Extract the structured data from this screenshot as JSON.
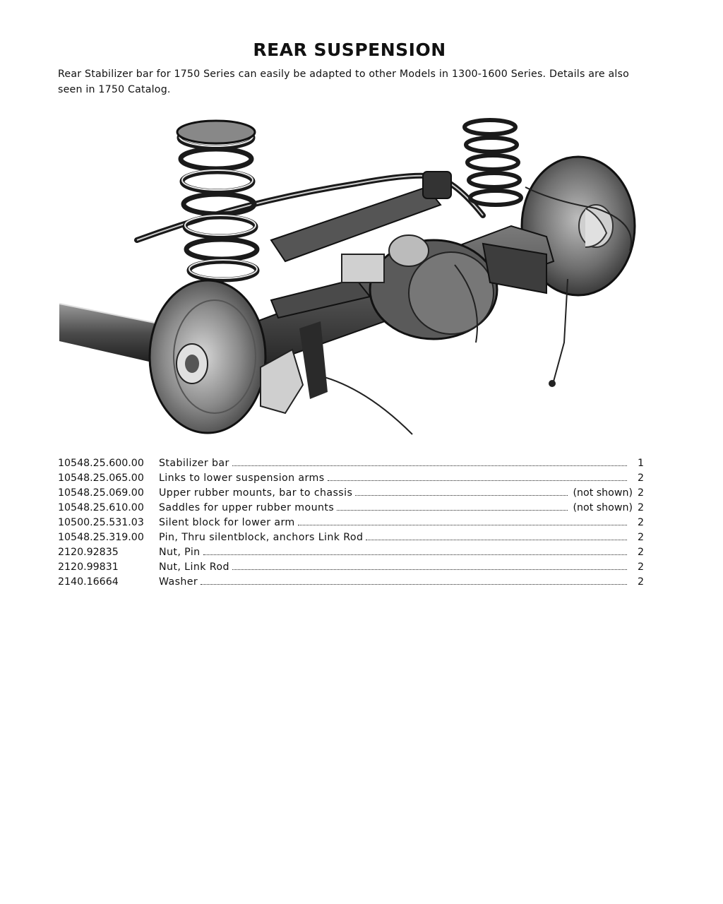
{
  "page": {
    "title": "REAR SUSPENSION",
    "intro": "Rear Stabilizer bar for 1750 Series can easily be adapted to other Models in 1300-1600 Series. Details are also seen in 1750 Catalog."
  },
  "illustration": {
    "icon": "rear-suspension-photo-icon"
  },
  "parts": [
    {
      "part_no": "10548.25.600.00",
      "description": "Stabilizer bar",
      "note": "",
      "qty": "1"
    },
    {
      "part_no": "10548.25.065.00",
      "description": "Links to lower suspension arms",
      "note": "",
      "qty": "2"
    },
    {
      "part_no": "10548.25.069.00",
      "description": "Upper rubber mounts, bar to chassis",
      "note": "(not shown)",
      "qty": "2"
    },
    {
      "part_no": "10548.25.610.00",
      "description": "Saddles for upper rubber mounts",
      "note": "(not shown)",
      "qty": "2"
    },
    {
      "part_no": "10500.25.531.03",
      "description": "Silent block for lower arm",
      "note": "",
      "qty": "2"
    },
    {
      "part_no": "10548.25.319.00",
      "description": "Pin, Thru silentblock, anchors Link Rod",
      "note": "",
      "qty": "2"
    },
    {
      "part_no": "2120.92835",
      "description": "Nut, Pin",
      "note": "",
      "qty": "2"
    },
    {
      "part_no": "2120.99831",
      "description": "Nut, Link Rod",
      "note": "",
      "qty": "2"
    },
    {
      "part_no": "2140.16664",
      "description": "Washer",
      "note": "",
      "qty": "2"
    }
  ]
}
